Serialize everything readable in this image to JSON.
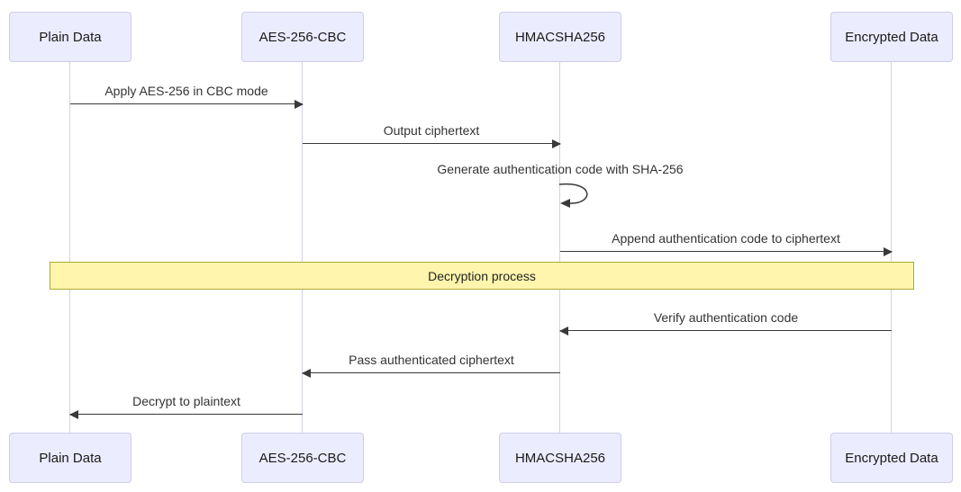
{
  "diagram": {
    "type": "sequence",
    "actors": [
      {
        "name": "Plain Data"
      },
      {
        "name": "AES-256-CBC"
      },
      {
        "name": "HMACSHA256"
      },
      {
        "name": "Encrypted Data"
      }
    ],
    "messages": [
      {
        "label": "Apply AES-256 in CBC mode",
        "from": "Plain Data",
        "to": "AES-256-CBC",
        "style": "solid-arrow"
      },
      {
        "label": "Output ciphertext",
        "from": "AES-256-CBC",
        "to": "HMACSHA256",
        "style": "solid-arrow"
      },
      {
        "label": "Generate authentication code with SHA-256",
        "from": "HMACSHA256",
        "to": "HMACSHA256",
        "style": "self-loop"
      },
      {
        "label": "Append authentication code to ciphertext",
        "from": "HMACSHA256",
        "to": "Encrypted Data",
        "style": "solid-arrow"
      },
      {
        "label": "Verify authentication code",
        "from": "Encrypted Data",
        "to": "HMACSHA256",
        "style": "solid-arrow"
      },
      {
        "label": "Pass authenticated ciphertext",
        "from": "HMACSHA256",
        "to": "AES-256-CBC",
        "style": "solid-arrow"
      },
      {
        "label": "Decrypt to plaintext",
        "from": "AES-256-CBC",
        "to": "Plain Data",
        "style": "solid-arrow"
      }
    ],
    "note": {
      "label": "Decryption process",
      "span": "all-actors"
    },
    "colors": {
      "actor_fill": "#ECECFF",
      "actor_border": "#CFCDE8",
      "lifeline": "#D3D0E8",
      "arrow": "#393939",
      "note_fill": "#FFF5AD",
      "note_border": "#AAAA33",
      "text": "#333333"
    }
  }
}
